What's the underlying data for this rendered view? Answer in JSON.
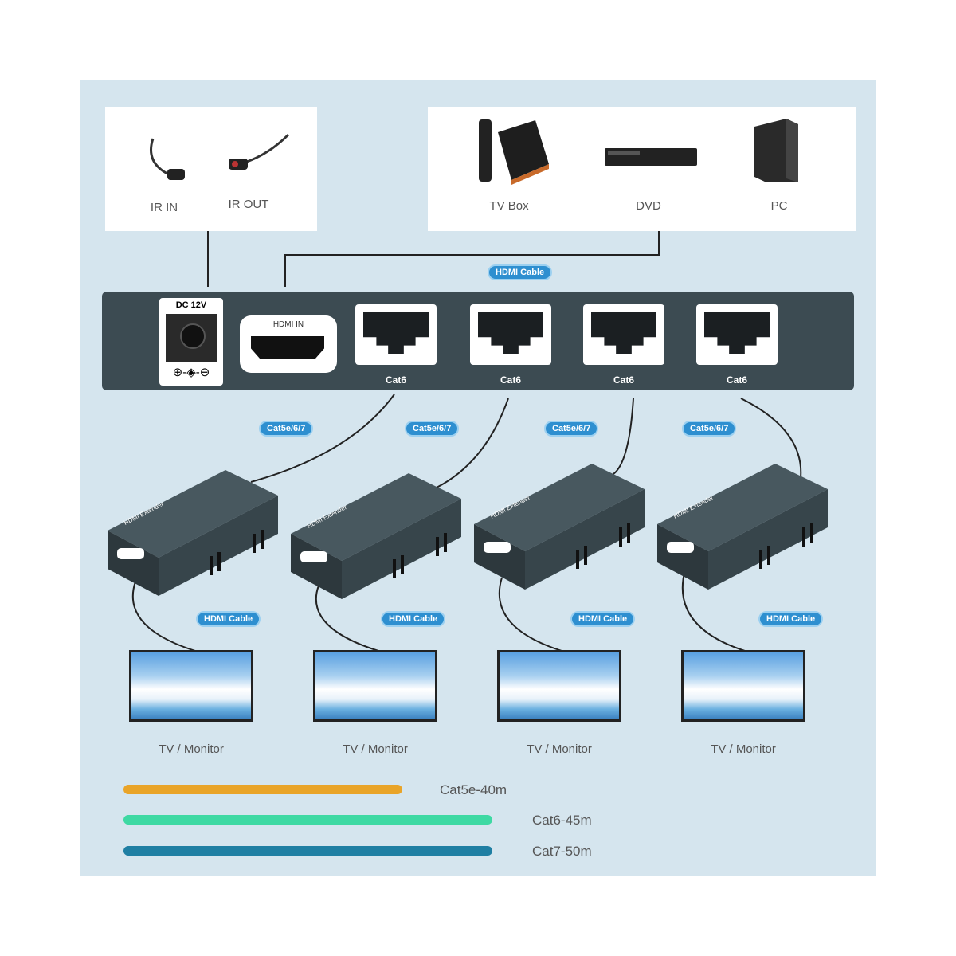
{
  "ir": {
    "in_label": "IR IN",
    "out_label": "IR OUT"
  },
  "sources": {
    "items": [
      {
        "label": "TV Box"
      },
      {
        "label": "DVD"
      },
      {
        "label": "PC"
      }
    ]
  },
  "hub": {
    "power_label": "DC 12V",
    "power_polarity": "⊕-◈-⊖",
    "hdmi_label": "HDMI IN",
    "ports": [
      {
        "label": "Cat6"
      },
      {
        "label": "Cat6"
      },
      {
        "label": "Cat6"
      },
      {
        "label": "Cat6"
      }
    ]
  },
  "tags": {
    "hdmi_cable": "HDMI Cable",
    "cat_cable": "Cat5e/6/7"
  },
  "receivers": {
    "items": [
      {
        "label": "HDMI Extender"
      },
      {
        "label": "HDMI Extender"
      },
      {
        "label": "HDMI Extender"
      },
      {
        "label": "HDMI Extender"
      }
    ]
  },
  "displays": {
    "items": [
      {
        "label": "TV / Monitor"
      },
      {
        "label": "TV / Monitor"
      },
      {
        "label": "TV / Monitor"
      },
      {
        "label": "TV / Monitor"
      }
    ]
  },
  "legend": {
    "items": [
      {
        "label": "Cat5e-40m",
        "color": "#e9a428",
        "distance_m": 40
      },
      {
        "label": "Cat6-45m",
        "color": "#3ed9a3",
        "distance_m": 45
      },
      {
        "label": "Cat7-50m",
        "color": "#1f7fa3",
        "distance_m": 50
      }
    ]
  }
}
